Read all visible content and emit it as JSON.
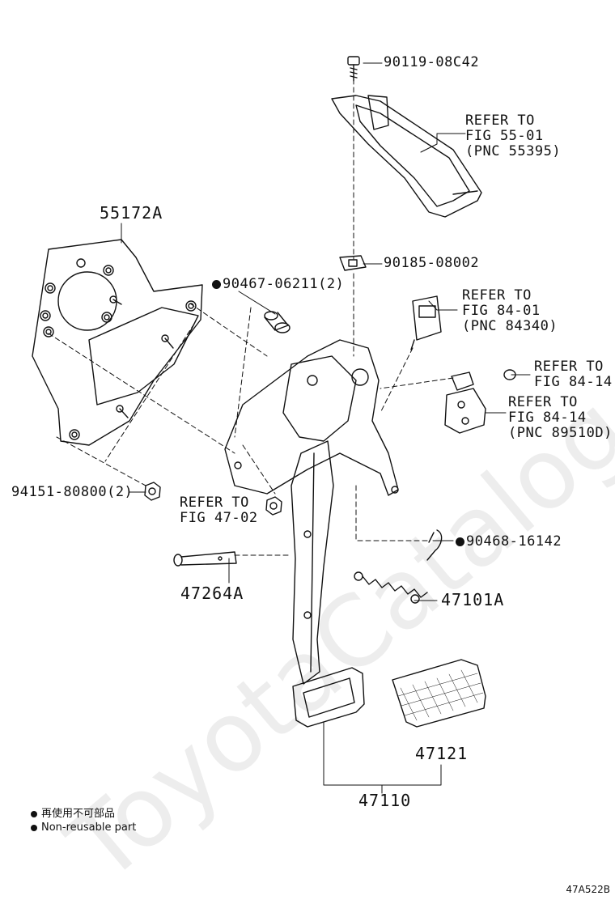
{
  "labels": {
    "bolt_top": "90119-08C42",
    "refer_5501_l1": "REFER TO",
    "refer_5501_l2": "FIG 55-01",
    "refer_5501_l3": "(PNC 55395)",
    "bracket": "55172A",
    "nut_clip": "90185-08002",
    "bushing": "90467-06211(2)",
    "refer_8401_l1": "REFER TO",
    "refer_8401_l2": "FIG 84-01",
    "refer_8401_l3": "(PNC 84340)",
    "refer_8414a_l1": "REFER TO",
    "refer_8414a_l2": "FIG 84-14",
    "refer_8414b_l1": "REFER TO",
    "refer_8414b_l2": "FIG 84-14",
    "refer_8414b_l3": "(PNC 89510D)",
    "nut_lower": "94151-80800(2)",
    "refer_4702_l1": "REFER TO",
    "refer_4702_l2": "FIG 47-02",
    "pin": "90468-16142",
    "clevis_pin": "47264A",
    "spring": "47101A",
    "pad": "47121",
    "pedal_assy": "47110"
  },
  "legend": {
    "line1": "再使用不可部品",
    "line2": "Non-reusable part"
  },
  "watermark": "ToyotaCatalog.ru",
  "diagram_code": "47A522B"
}
